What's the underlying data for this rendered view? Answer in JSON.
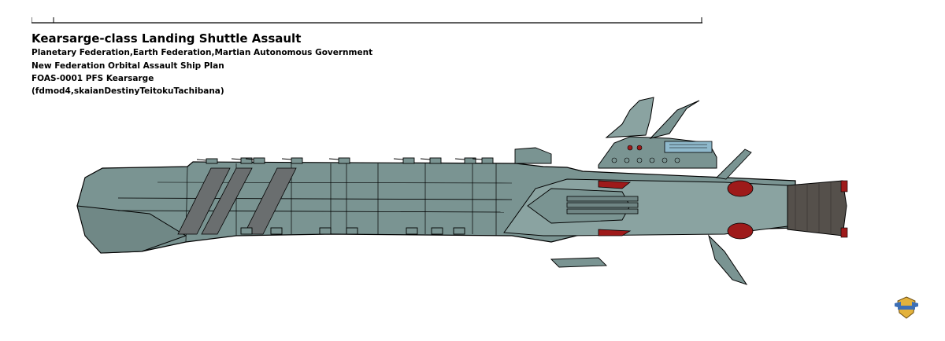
{
  "header": {
    "title": "Kearsarge-class Landing Shuttle Assault",
    "line1": "Planetary Federation,Earth Federation,Martian Autonomous Government",
    "line2": "New Federation Orbital Assault Ship Plan",
    "line3": "FOAS-0001 PFS Kearsarge",
    "line4": "(fdmod4,skaianDestinyTeitokuTachibana)"
  },
  "colors": {
    "hull": "#7a9492",
    "hull_light": "#8aa3a1",
    "stripe": "#6a6e6f",
    "engine": "#55504b",
    "engine_glow": "#9e1a1a",
    "outline": "#000000",
    "window": "#8fb9cc"
  },
  "icons": {
    "logo": "shield-wings-emblem"
  }
}
